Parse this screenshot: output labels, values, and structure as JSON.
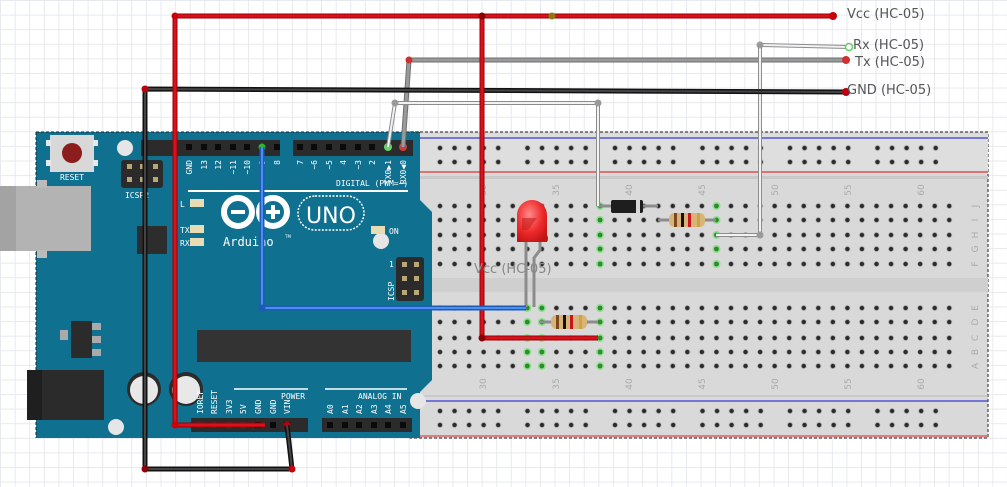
{
  "connector_labels": {
    "vcc": "Vcc (HC-05)",
    "rx": "Rx (HC-05)",
    "tx": "Tx (HC-05)",
    "gnd": "GND (HC-05)",
    "vcc_inline": "Vcc (HC-05)"
  },
  "arduino": {
    "reset_label": "RESET",
    "icsp2_label": "ICSP2",
    "icsp_label": "ICSP",
    "icsp_pin1": "1",
    "digital_label": "DIGITAL (PWM=~)",
    "brand": "Arduino",
    "model": "UNO",
    "tm": "TM",
    "led_l": "L",
    "led_tx": "TX",
    "led_rx": "RX",
    "led_on": "ON",
    "power_label": "POWER",
    "analog_label": "ANALOG IN",
    "digital_pins": [
      "GND",
      "13",
      "12",
      "~11",
      "~10",
      "~9",
      "8",
      "7",
      "~6",
      "~5",
      "4",
      "~3",
      "2",
      "TX0▶1",
      "RX0◀0"
    ],
    "power_pins": [
      "IOREF",
      "RESET",
      "3V3",
      "5V",
      "GND",
      "GND",
      "VIN"
    ],
    "analog_pins": [
      "A0",
      "A1",
      "A2",
      "A3",
      "A4",
      "A5"
    ]
  },
  "breadboard": {
    "column_numbers": [
      "30",
      "35",
      "40",
      "45",
      "50",
      "55",
      "60"
    ],
    "row_letters_top": [
      "J",
      "I",
      "H",
      "G",
      "F"
    ],
    "row_letters_bottom": [
      "E",
      "D",
      "C",
      "B",
      "A"
    ]
  },
  "colors": {
    "wire_red": "#c8000a",
    "wire_black": "#1a1a1a",
    "wire_gray": "#8a8a8a",
    "wire_white": "#f0f0f0",
    "wire_blue": "#2a6fd1",
    "board_teal": "#10708f",
    "breadboard": "#d9d9d9"
  }
}
